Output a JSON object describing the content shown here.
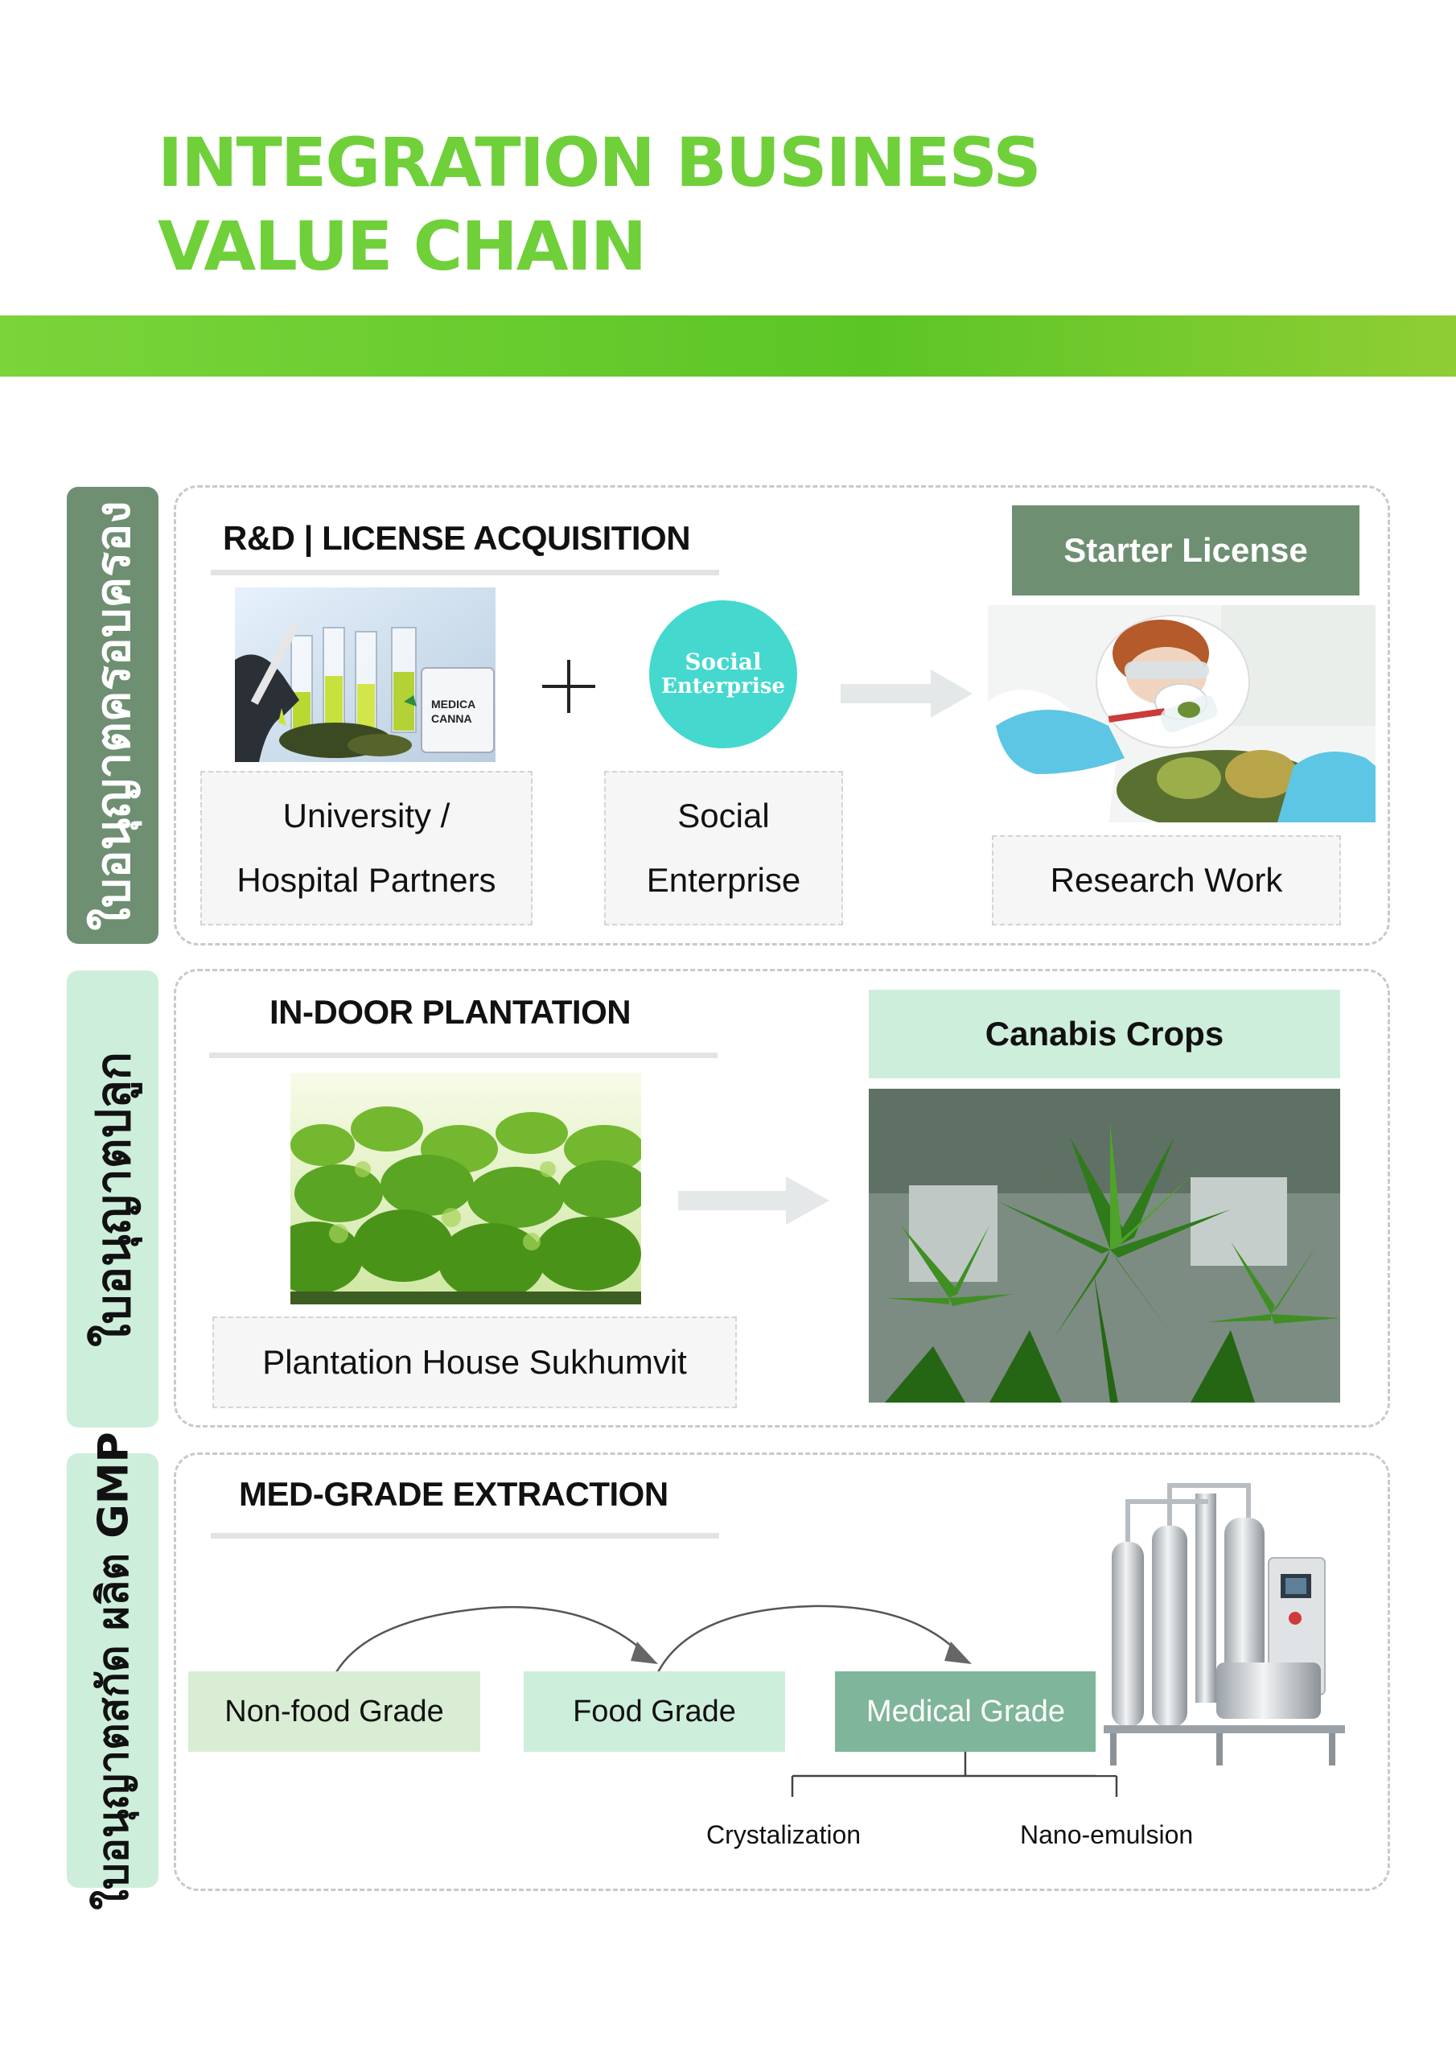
{
  "title": {
    "line1": "INTEGRATION BUSINESS",
    "line2": "VALUE CHAIN"
  },
  "colors": {
    "title_green": "#6fd03a",
    "banner_green": "#5cc526",
    "dark_sage": "#6e8f72",
    "mint": "#cdeedb",
    "teal_circle": "#45d8cf",
    "medical_grade": "#7fb59a"
  },
  "side_tabs": [
    {
      "label": "ใบอนุญาตครอบครอง"
    },
    {
      "label": "ใบอนุญาตปลูก"
    },
    {
      "label": "ใบอนุญาตสกัด ผลิต GMP"
    }
  ],
  "section1": {
    "heading": "R&D | LICENSE ACQUISITION",
    "plus_symbol": "+",
    "circle_line1": "Social",
    "circle_line2": "Enterprise",
    "photo_label_1": "MEDICA",
    "photo_label_2": "CANNA",
    "captions": [
      {
        "line1": "University /",
        "line2": "Hospital Partners"
      },
      {
        "line1": "Social",
        "line2": "Enterprise"
      }
    ],
    "starter_license": "Starter License",
    "research_work": "Research Work"
  },
  "section2": {
    "heading": "IN-DOOR PLANTATION",
    "caption": "Plantation House Sukhumvit",
    "crops_header": "Canabis Crops"
  },
  "section3": {
    "heading": "MED-GRADE EXTRACTION",
    "grades": [
      "Non-food Grade",
      "Food Grade",
      "Medical Grade"
    ],
    "sub_items": [
      "Crystalization",
      "Nano-emulsion"
    ]
  },
  "icons": [
    "plus-icon",
    "arrow-right-icon",
    "curved-arrow-icon"
  ]
}
